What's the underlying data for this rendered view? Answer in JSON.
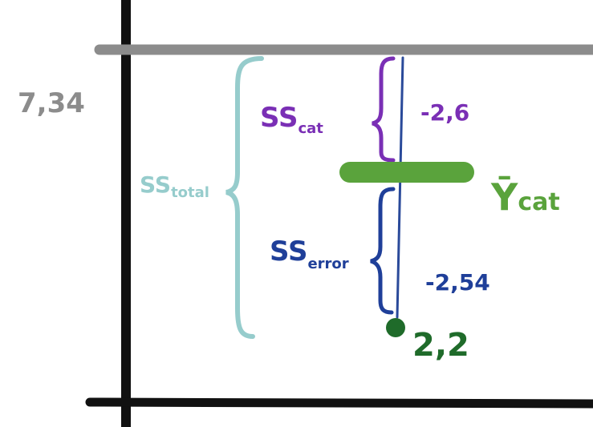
{
  "labels": {
    "grand_mean_value": "7,34",
    "ss_total_main": "SS",
    "ss_total_sub": "total",
    "ss_cat_main": "SS",
    "ss_cat_sub": "cat",
    "ss_error_main": "SS",
    "ss_error_sub": "error",
    "cat_deviation": "-2,6",
    "error_deviation": "-2,54",
    "ybar_letter": "Ȳ",
    "ybar_sub": "cat",
    "point_value": "2,2"
  },
  "colors": {
    "axis": "#111111",
    "grand_mean_line": "#8c8c8c",
    "ss_total": "#96cccc",
    "ss_cat": "#7a2fb5",
    "ss_error": "#1f3f99",
    "cat_mean": "#5aa33c",
    "point": "#1f6b2a",
    "residual_line": "#2a4a9a"
  }
}
